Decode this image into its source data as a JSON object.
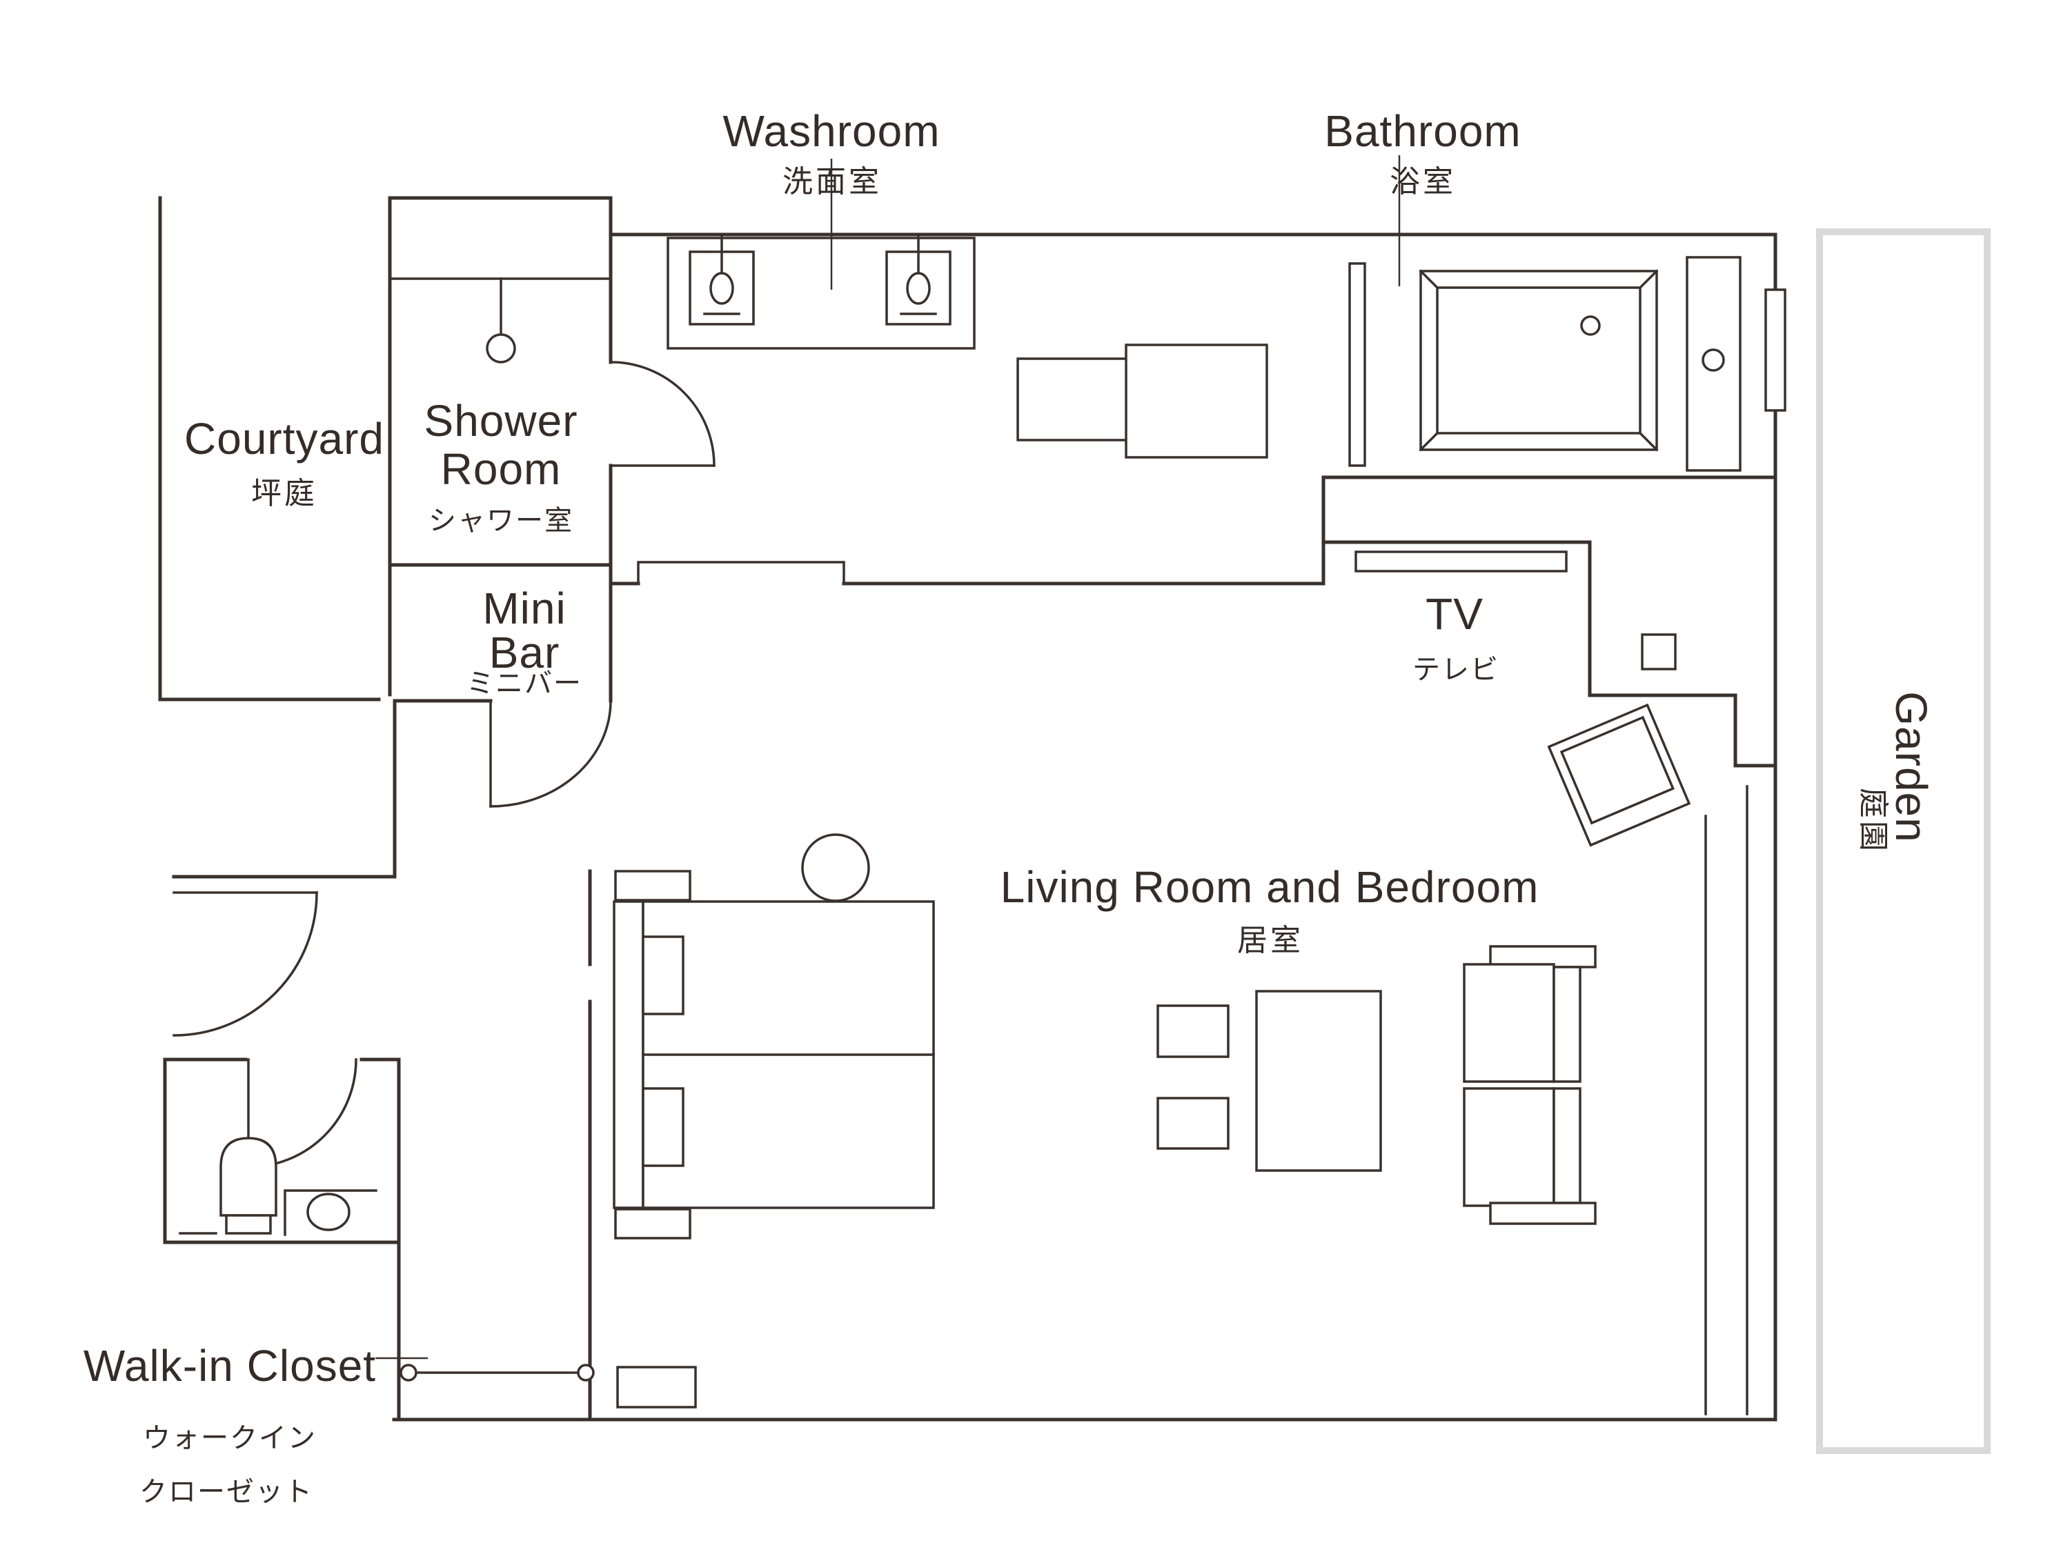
{
  "colors": {
    "line": "#3a312c",
    "garden_frame": "#d9d9d9",
    "background": "#ffffff",
    "text": "#352c28"
  },
  "labels": {
    "washroom": {
      "en": "Washroom",
      "jp": "洗面室"
    },
    "bathroom": {
      "en": "Bathroom",
      "jp": "浴室"
    },
    "courtyard": {
      "en": "Courtyard",
      "jp": "坪庭"
    },
    "shower_room": {
      "en_line1": "Shower",
      "en_line2": "Room",
      "jp": "シャワー室"
    },
    "mini_bar": {
      "en_line1": "Mini",
      "en_line2": "Bar",
      "jp": "ミニバー"
    },
    "tv": {
      "en": "TV",
      "jp": "テレビ"
    },
    "living": {
      "en": "Living Room and Bedroom",
      "jp": "居室"
    },
    "walk_in_closet": {
      "en": "Walk-in Closet",
      "jp_line1": "ウォークイン",
      "jp_line2": "クローゼット"
    },
    "garden": {
      "en": "Garden",
      "jp": "庭園"
    }
  }
}
